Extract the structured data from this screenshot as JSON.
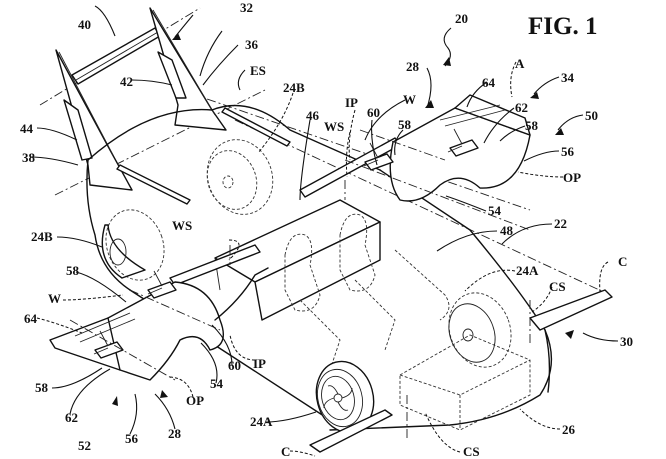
{
  "figure": {
    "title": "FIG. 1",
    "description": "Patent line drawing of a roadable aircraft / flying car with foldable wings and tail, perspective view"
  },
  "labels": {
    "l20": "20",
    "l22": "22",
    "l24A_rear": "24A",
    "l24A_front": "24A",
    "l24B_top": "24B",
    "l24B_left": "24B",
    "l26": "26",
    "l28_top": "28",
    "l28_bottom": "28",
    "l30": "30",
    "l32": "32",
    "l34": "34",
    "l36": "36",
    "l38": "38",
    "l40": "40",
    "l42": "42",
    "l44": "44",
    "l46": "46",
    "l48": "48",
    "l50": "50",
    "l52": "52",
    "l54_right": "54",
    "l54_left": "54",
    "l56_right": "56",
    "l56_left": "56",
    "l58_r1": "58",
    "l58_r2": "58",
    "l58_l1": "58",
    "l58_l2": "58",
    "l60_right": "60",
    "l60_left": "60",
    "l62_right": "62",
    "l62_left": "62",
    "l64_right": "64",
    "l64_left": "64",
    "lA": "A",
    "lC_right": "C",
    "lC_bottom": "C",
    "lCS_right": "CS",
    "lCS_bottom": "CS",
    "lES": "ES",
    "lIP_right": "IP",
    "lIP_left": "IP",
    "lOP_right": "OP",
    "lOP_left": "OP",
    "lW_right": "W",
    "lW_left": "W",
    "lWS_right": "WS",
    "lWS_left": "WS"
  }
}
